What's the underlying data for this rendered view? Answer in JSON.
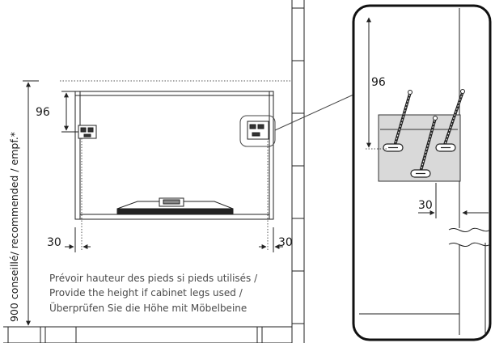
{
  "dimensions": {
    "left_height": "96",
    "left_width_left": "30",
    "left_width_right": "30",
    "detail_height": "96",
    "detail_width": "30",
    "total_height": "900 conseillé/ recommended / empf.*"
  },
  "note": {
    "line1": "Prévoir hauteur des pieds si pieds utilisés /",
    "line2": "Provide the height if cabinet legs used /",
    "line3": "Überprüfen Sie die Höhe mit Möbelbeine"
  },
  "colors": {
    "line": "#222222",
    "plate": "#d9d9d9",
    "dotted": "#555555"
  }
}
